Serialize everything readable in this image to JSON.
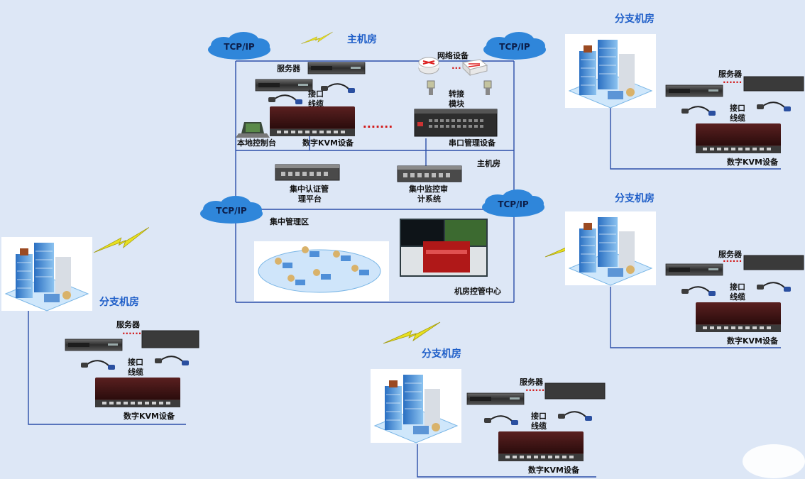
{
  "main_room": {
    "title": "主机房",
    "sub_label": "主机房",
    "clouds": [
      "TCP/IP",
      "TCP/IP",
      "TCP/IP",
      "TCP/IP"
    ],
    "servers_label": "服务器",
    "network_devices_label": "网络设备",
    "interface_cable_label": [
      "接口",
      "线缆"
    ],
    "adapter_module_label": [
      "转接",
      "模块"
    ],
    "local_console_label": "本地控制台",
    "kvm_label": "数字KVM设备",
    "ellipsis": "·······",
    "serial_mgmt_label": "串口管理设备",
    "auth_platform_label": [
      "集中认证管",
      "理平台"
    ],
    "audit_system_label": [
      "集中监控审",
      "计系统"
    ],
    "central_zone_label": "集中管理区",
    "control_center_label": "机房控管中心"
  },
  "branches": [
    {
      "title": "分支机房",
      "servers_label": "服务器",
      "cable_label": [
        "接口",
        "线缆"
      ],
      "kvm_label": "数字KVM设备"
    },
    {
      "title": "分支机房",
      "servers_label": "服务器",
      "cable_label": [
        "接口",
        "线缆"
      ],
      "kvm_label": "数字KVM设备"
    },
    {
      "title": "分支机房",
      "servers_label": "服务器",
      "cable_label": [
        "接口",
        "线缆"
      ],
      "kvm_label": "数字KVM设备"
    },
    {
      "title": "分支机房",
      "servers_label": "服务器",
      "cable_label": [
        "接口",
        "线缆"
      ],
      "kvm_label": "数字KVM设备"
    }
  ],
  "colors": {
    "line": "#2c4fa8",
    "cloud": "#2f86da",
    "title": "#1e5ec8",
    "kvm": "#3a1414",
    "lightning": "#e8e020"
  }
}
